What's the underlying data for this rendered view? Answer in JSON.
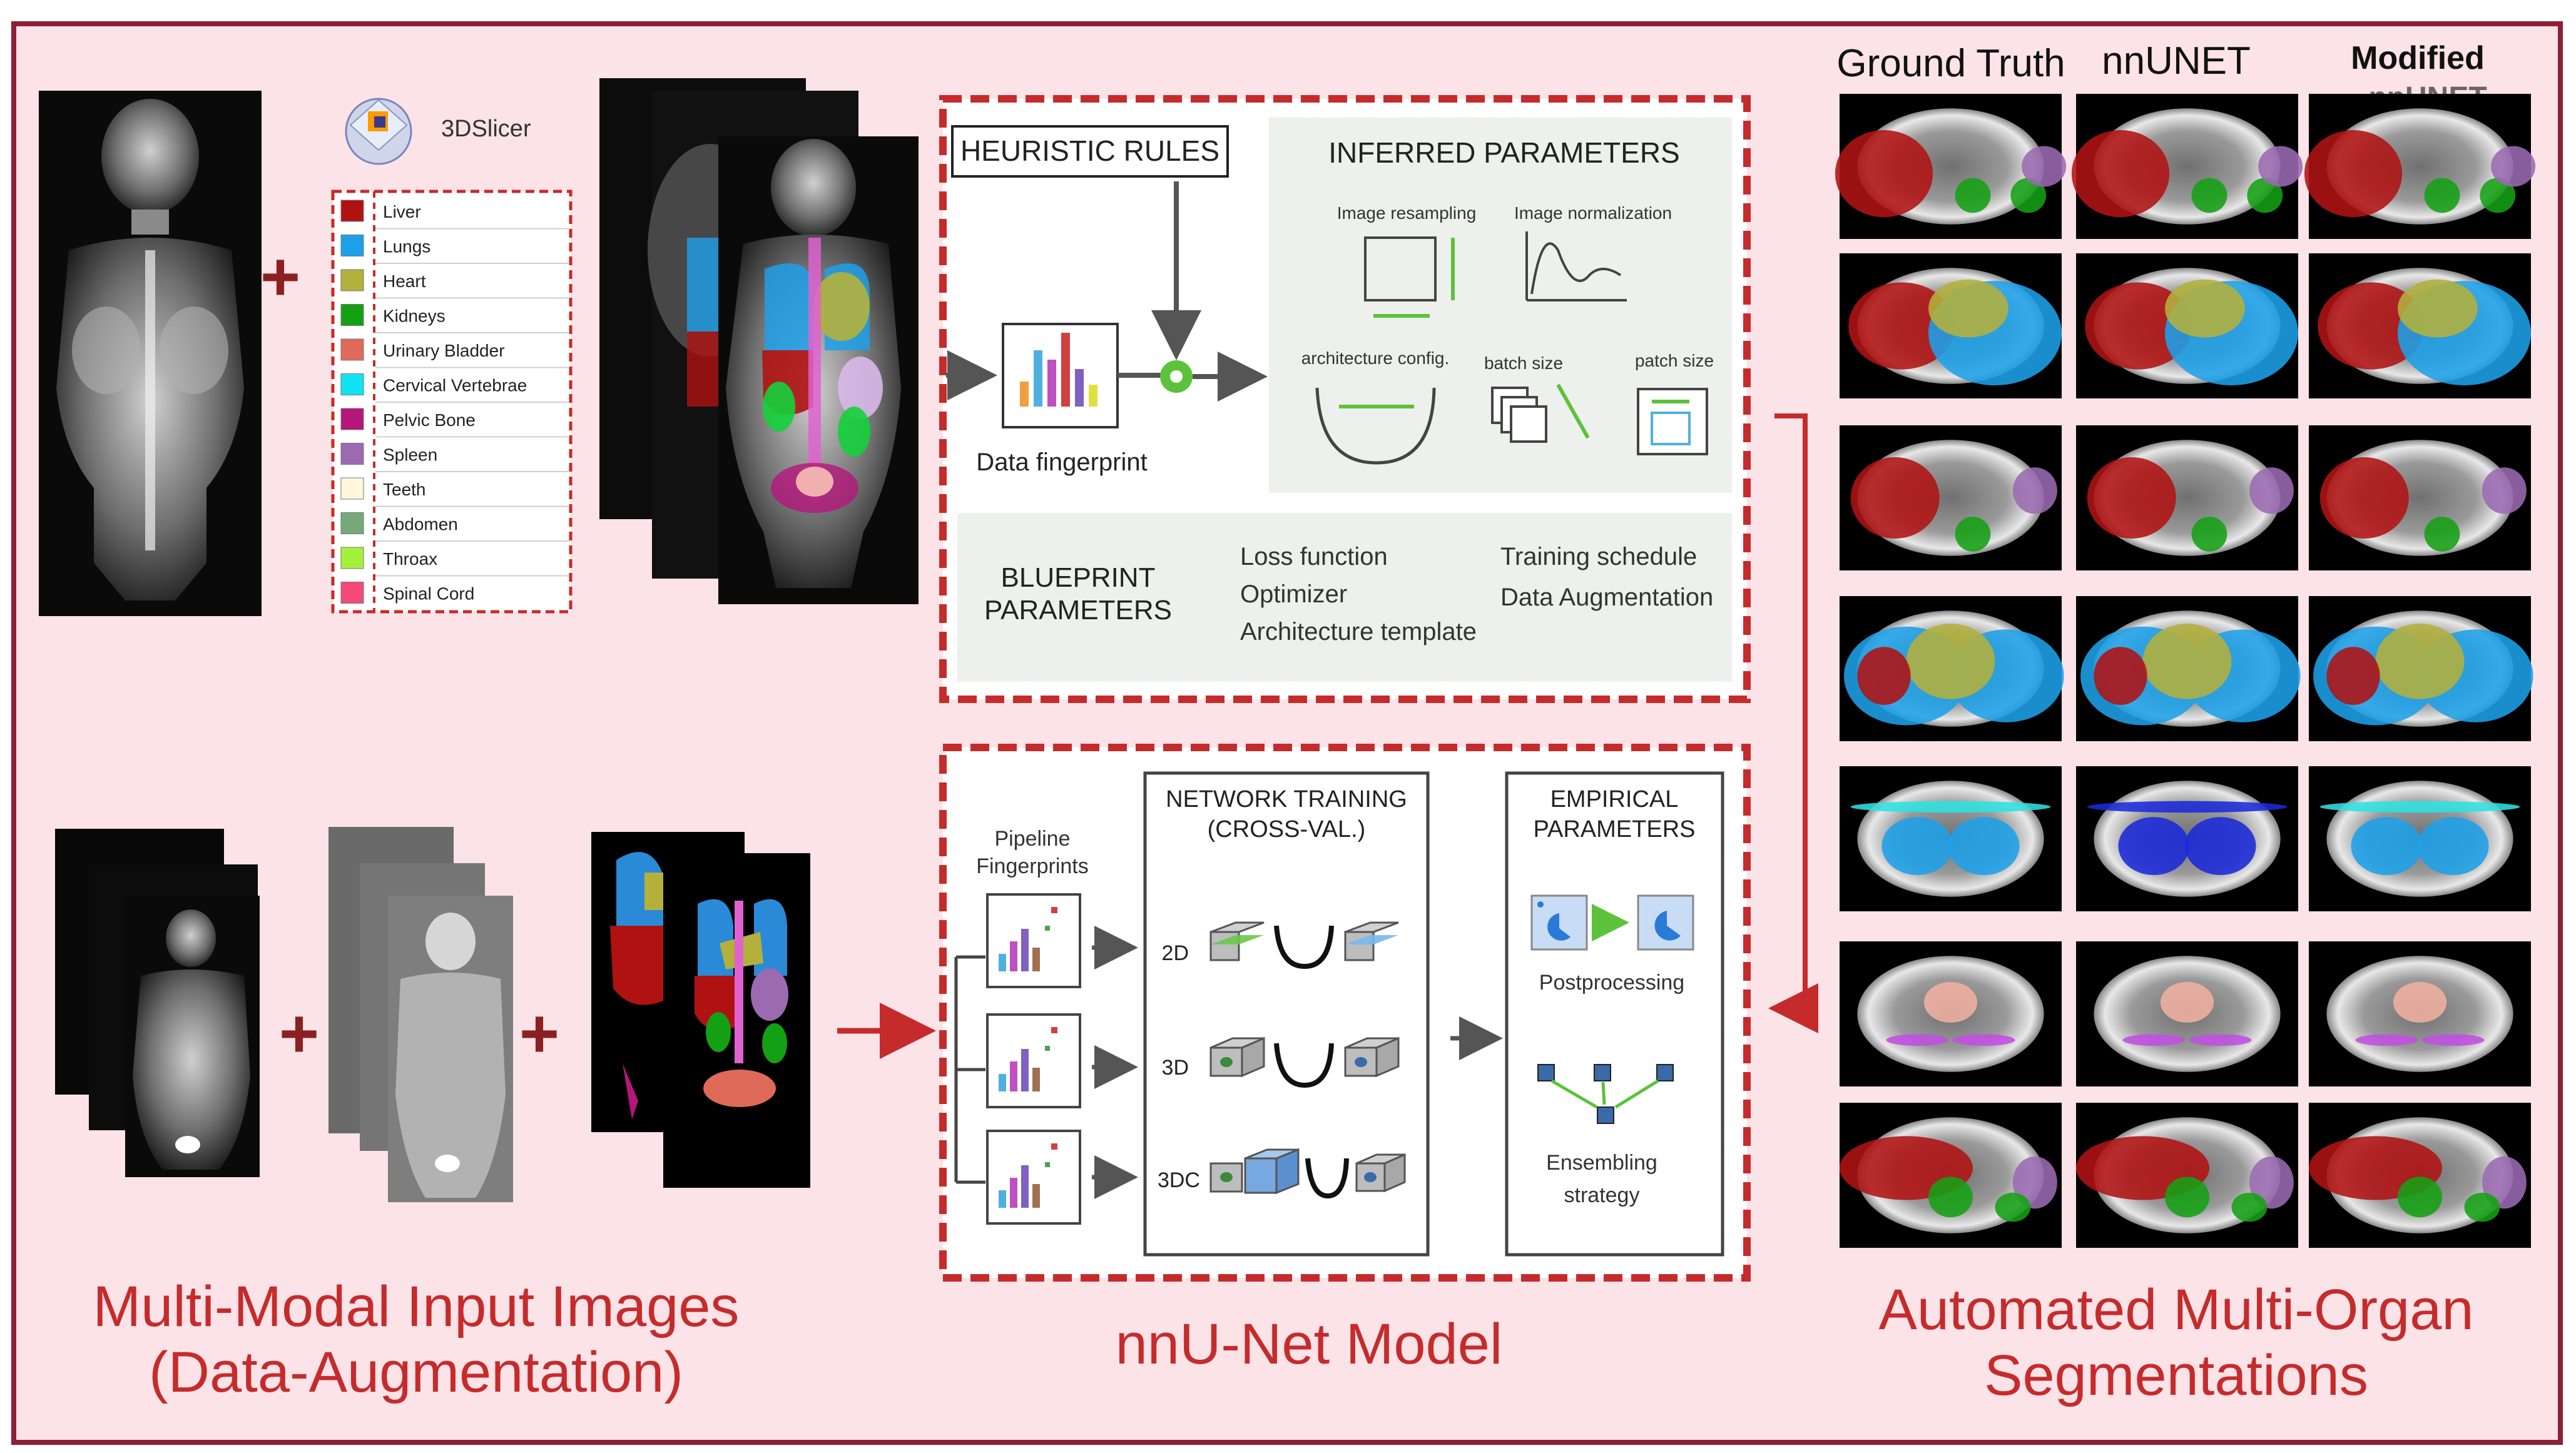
{
  "slicer": {
    "name": "3DSlicer"
  },
  "legend": [
    {
      "label": "Liver",
      "color": "#b01212"
    },
    {
      "label": "Lungs",
      "color": "#1ea0e8"
    },
    {
      "label": "Heart",
      "color": "#b3b13c"
    },
    {
      "label": "Kidneys",
      "color": "#14a014"
    },
    {
      "label": "Urinary Bladder",
      "color": "#e06a5a"
    },
    {
      "label": "Cervical Vertebrae",
      "color": "#10e4f4"
    },
    {
      "label": "Pelvic Bone",
      "color": "#b4167a"
    },
    {
      "label": "Spleen",
      "color": "#9b6ab0"
    },
    {
      "label": "Teeth",
      "color": "#fff6dc"
    },
    {
      "label": "Abdomen",
      "color": "#76a878"
    },
    {
      "label": "Throax",
      "color": "#a4f03a"
    },
    {
      "label": "Spinal Cord",
      "color": "#f44a78"
    }
  ],
  "upper_box": {
    "heuristic_rules": "HEURISTIC RULES",
    "inferred_parameters": "INFERRED PARAMETERS",
    "image_resampling": "Image resampling",
    "image_normalization": "Image normalization",
    "architecture_config": "architecture config.",
    "batch_size": "batch size",
    "patch_size": "patch size",
    "data_fingerprint": "Data fingerprint",
    "blueprint_line1": "BLUEPRINT",
    "blueprint_line2": "PARAMETERS",
    "loss_function": "Loss function",
    "optimizer": "Optimizer",
    "architecture_template": "Architecture template",
    "training_schedule": "Training schedule",
    "data_augmentation": "Data Augmentation"
  },
  "lower_box": {
    "pipeline_line1": "Pipeline",
    "pipeline_line2": "Fingerprints",
    "network_line1": "NETWORK TRAINING",
    "network_line2": "(CROSS-VAL.)",
    "empirical_line1": "EMPIRICAL",
    "empirical_line2": "PARAMETERS",
    "postprocessing": "Postprocessing",
    "ensembling_line1": "Ensembling",
    "ensembling_line2": "strategy",
    "d2": "2D",
    "d3": "3D",
    "d3c": "3DC"
  },
  "columns": {
    "ground_truth": "Ground Truth",
    "nnunet": "nnUNET",
    "modified": "Modified",
    "modified2": "nnUNET"
  },
  "captions": {
    "left_line1": "Multi-Modal Input Images",
    "left_line2": "(Data-Augmentation)",
    "middle": "nnU-Net Model",
    "right_line1": "Automated Multi-Organ",
    "right_line2": "Segmentations"
  },
  "colors": {
    "background": "#fbe3e8",
    "frame": "#8e1f35",
    "accent": "#c62b2b",
    "dark_red": "#8c2020"
  }
}
